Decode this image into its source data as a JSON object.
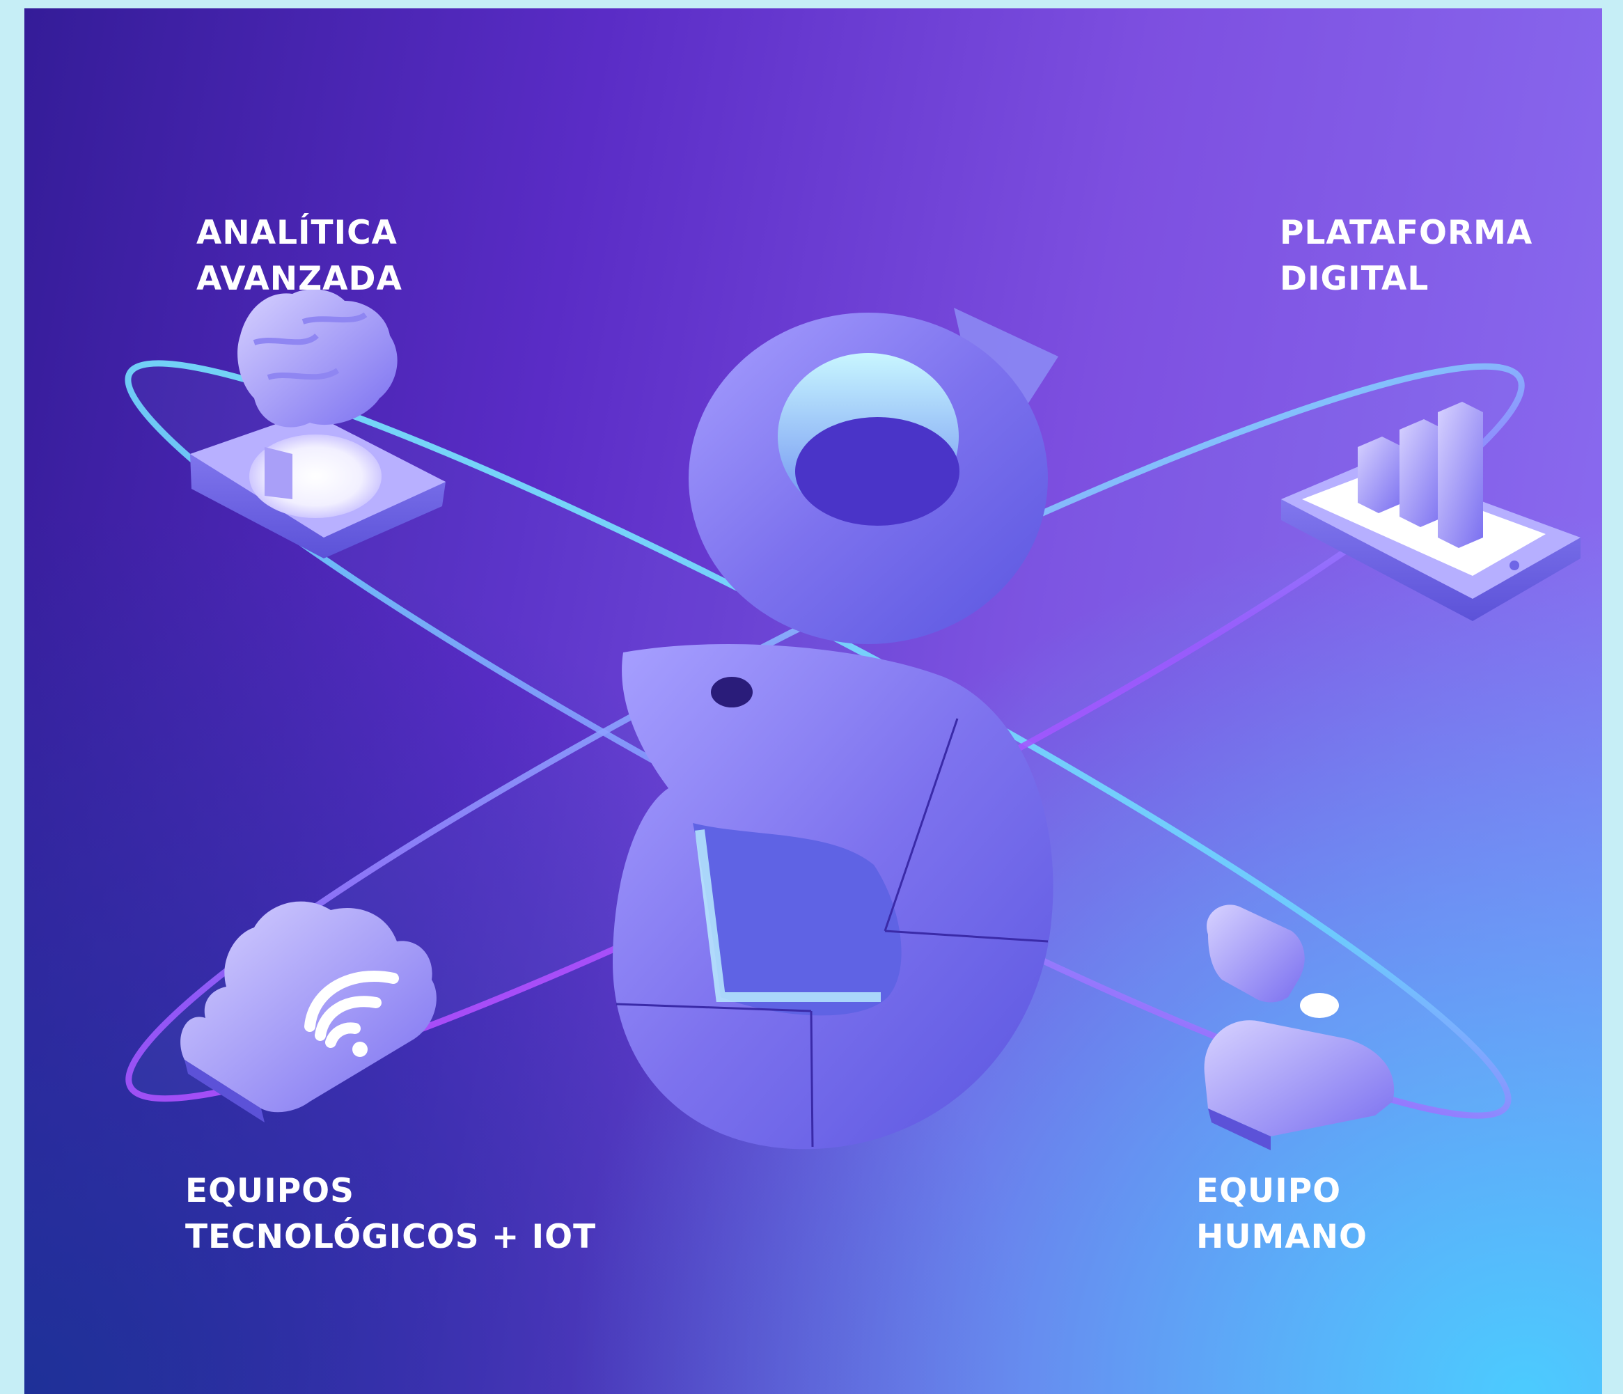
{
  "labels": {
    "analitica": {
      "line1": "ANALÍTICA",
      "line2": "AVANZADA"
    },
    "plataforma": {
      "line1": "PLATAFORMA",
      "line2": "DIGITAL"
    },
    "equipos": {
      "line1": "EQUIPOS",
      "line2": "TECNOLÓGICOS + IOT"
    },
    "humano": {
      "line1": "EQUIPO",
      "line2": "HUMANO"
    }
  },
  "colors": {
    "background_left": "#341c98",
    "background_right": "#8c70f2",
    "accent_cyan": "#48d0ff",
    "frame": "#c6eef6",
    "orbit": "#6ee9ff",
    "orbit_violet": "#b64bff",
    "logo": "#8f83f4"
  },
  "icons": [
    "brain-icon",
    "bar-chart-tablet-icon",
    "cloud-wifi-icon",
    "person-icon",
    "logo-s-icon"
  ]
}
